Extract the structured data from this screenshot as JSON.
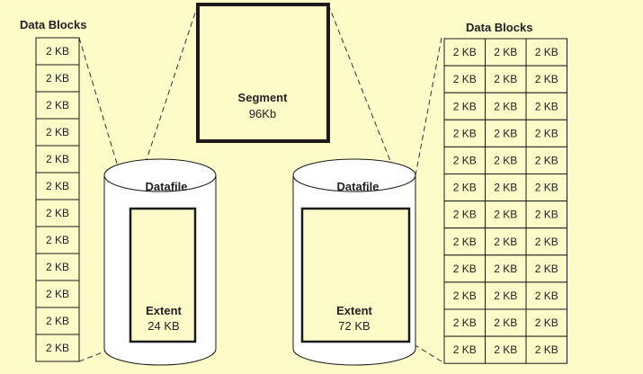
{
  "left_blocks": {
    "title": "Data Blocks",
    "cells": [
      "2 KB",
      "2 KB",
      "2 KB",
      "2 KB",
      "2 KB",
      "2 KB",
      "2 KB",
      "2 KB",
      "2 KB",
      "2 KB",
      "2 KB",
      "2 KB"
    ]
  },
  "right_blocks": {
    "title": "Data Blocks",
    "rows": [
      [
        "2 KB",
        "2 KB",
        "2 KB"
      ],
      [
        "2 KB",
        "2 KB",
        "2 KB"
      ],
      [
        "2 KB",
        "2 KB",
        "2 KB"
      ],
      [
        "2 KB",
        "2 KB",
        "2 KB"
      ],
      [
        "2 KB",
        "2 KB",
        "2 KB"
      ],
      [
        "2 KB",
        "2 KB",
        "2 KB"
      ],
      [
        "2 KB",
        "2 KB",
        "2 KB"
      ],
      [
        "2 KB",
        "2 KB",
        "2 KB"
      ],
      [
        "2 KB",
        "2 KB",
        "2 KB"
      ],
      [
        "2 KB",
        "2 KB",
        "2 KB"
      ],
      [
        "2 KB",
        "2 KB",
        "2 KB"
      ],
      [
        "2 KB",
        "2 KB",
        "2 KB"
      ]
    ]
  },
  "segment": {
    "label": "Segment",
    "size": "96Kb"
  },
  "datafile_left": {
    "label": "Datafile",
    "extent_label": "Extent",
    "extent_size": "24 KB"
  },
  "datafile_right": {
    "label": "Datafile",
    "extent_label": "Extent",
    "extent_size": "72 KB"
  },
  "colors": {
    "background": "#fdfbc8",
    "outline": "#1a1a1a",
    "cylinder_fill": "#ffffff",
    "extent_fill": "#fdfbc8"
  }
}
